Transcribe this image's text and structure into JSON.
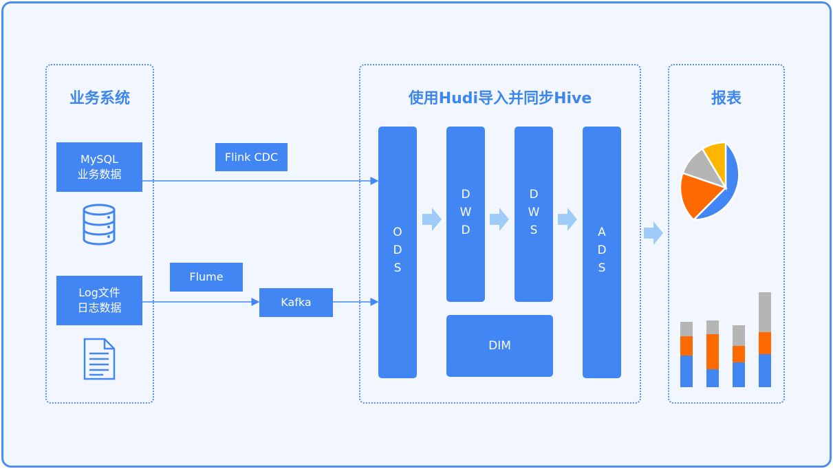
{
  "groups": {
    "business": {
      "title": "业务系统"
    },
    "hudi": {
      "title": "使用Hudi导入并同步Hive"
    },
    "report": {
      "title": "报表"
    }
  },
  "sources": {
    "mysql": {
      "line1": "MySQL",
      "line2": "业务数据"
    },
    "log": {
      "line1": "Log文件",
      "line2": "日志数据"
    }
  },
  "connectors": {
    "flink_cdc": "Flink CDC",
    "flume": "Flume",
    "kafka": "Kafka"
  },
  "layers": {
    "ods": "ODS",
    "dwd": "DWD",
    "dws": "DWS",
    "ads": "ADS",
    "dim": "DIM"
  },
  "colors": {
    "accent": "#4286f4",
    "title": "#3d86ee",
    "orange": "#ff6a00",
    "gray": "#b5b5b5",
    "yellow": "#ffb400",
    "light_arrow": "#9ecbf8"
  },
  "icons": {
    "database": "database-icon",
    "document": "document-icon"
  }
}
